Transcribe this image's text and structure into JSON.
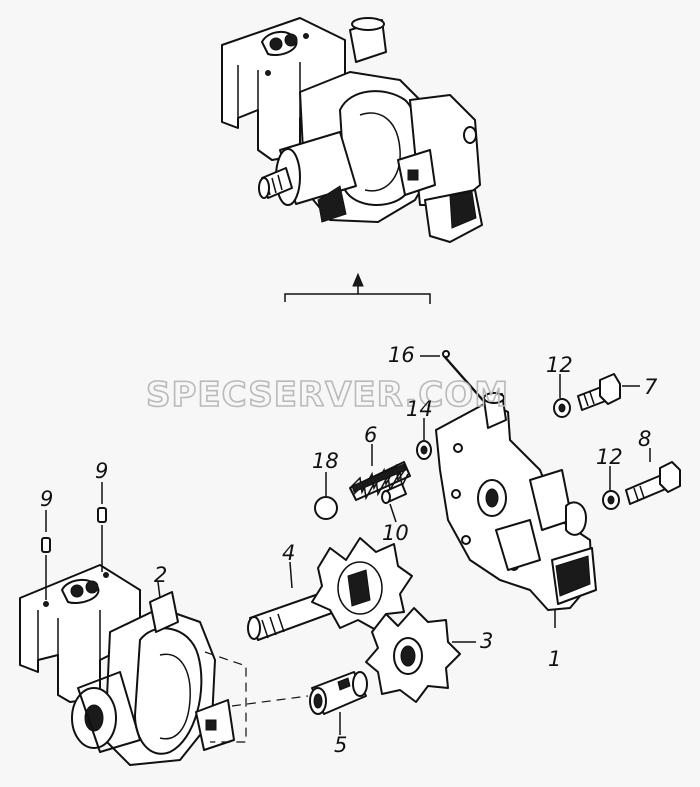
{
  "watermark": "SPECSERVER.COM",
  "callouts": {
    "c1": "1",
    "c2": "2",
    "c3": "3",
    "c4": "4",
    "c5": "5",
    "c6": "6",
    "c7": "7",
    "c8": "8",
    "c9a": "9",
    "c9b": "9",
    "c10": "10",
    "c12a": "12",
    "c12b": "12",
    "c14": "14",
    "c16": "16",
    "c18": "18"
  }
}
